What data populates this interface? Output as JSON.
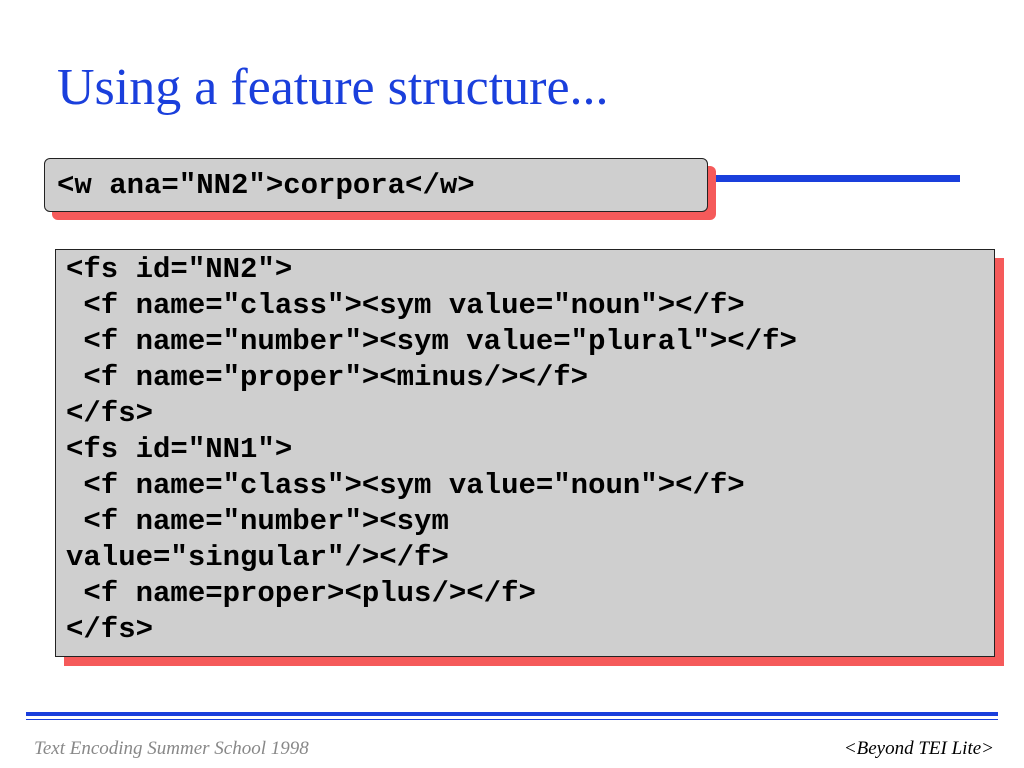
{
  "slide": {
    "title": "Using a feature structure...",
    "example_code": "<w ana=\"NN2\">corpora</w>",
    "fs_code_lines": [
      "<fs id=\"NN2\">",
      " <f name=\"class\"><sym value=\"noun\"></f>",
      " <f name=\"number\"><sym value=\"plural\"></f>",
      " <f name=\"proper\"><minus/></f>",
      "</fs>",
      "<fs id=\"NN1\">",
      " <f name=\"class\"><sym value=\"noun\"></f>",
      " <f name=\"number\"><sym",
      "value=\"singular\"/></f>",
      " <f name=proper><plus/></f>",
      "</fs>"
    ]
  },
  "footer": {
    "left": "Text Encoding Summer School 1998",
    "right": "<Beyond TEI Lite>"
  },
  "colors": {
    "title": "#1a3fdc",
    "box_fill": "#cfcfcf",
    "box_shadow": "#f55a5a",
    "rule": "#1a3fdc"
  }
}
